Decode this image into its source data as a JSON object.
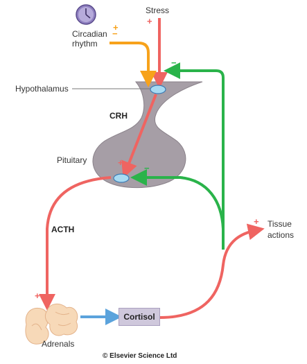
{
  "labels": {
    "stress": "Stress",
    "circadian": "Circadian",
    "rhythm": "rhythm",
    "hypothalamus": "Hypothalamus",
    "crh": "CRH",
    "pituitary": "Pituitary",
    "acth": "ACTH",
    "tissue": "Tissue",
    "actions": "actions",
    "adrenals": "Adrenals",
    "cortisol": "Cortisol",
    "copyright": "© Elsevier Science Ltd"
  },
  "signs": {
    "plus": "+",
    "minus": "−",
    "plusminus_top": "+",
    "plusminus_bottom": "−"
  },
  "colors": {
    "stimulation": "#ef6461",
    "circadian_arrow": "#f7a21b",
    "feedback": "#2ab34a",
    "cortisol_arrow": "#5ba3dc",
    "gland": "#a69ea6",
    "cortisol_box": "#cfc8dc",
    "ellipse": "#a8daf2"
  }
}
